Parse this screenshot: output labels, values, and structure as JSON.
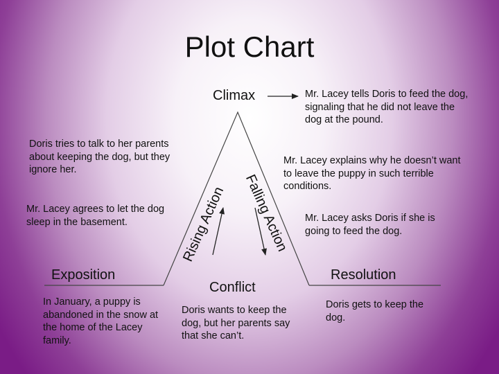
{
  "title": "Plot Chart",
  "labels": {
    "climax": "Climax",
    "exposition": "Exposition",
    "conflict": "Conflict",
    "resolution": "Resolution",
    "rising_action": "Rising Action",
    "falling_action": "Falling Action"
  },
  "notes": {
    "climax": "Mr. Lacey tells Doris to feed the dog, signaling that he did not leave the dog at the pound.",
    "rising_1": "Doris tries to talk to her parents about keeping the dog, but they ignore her.",
    "rising_2": "Mr. Lacey agrees to let the dog sleep in the basement.",
    "falling_1": "Mr. Lacey explains why he doesn’t want to leave the puppy in such terrible conditions.",
    "falling_2": "Mr. Lacey asks Doris if she is going to feed the dog.",
    "exposition": "In January, a puppy is abandoned in the snow at the home of the Lacey family.",
    "conflict": "Doris wants to keep the dog, but her parents say that she can’t.",
    "resolution": "Doris gets to keep the dog."
  }
}
